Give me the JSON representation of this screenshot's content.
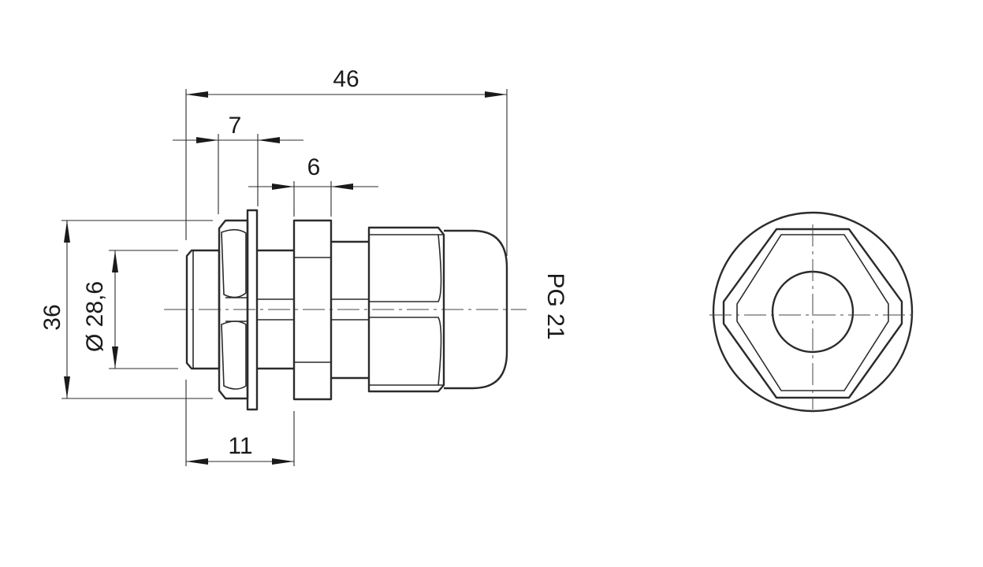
{
  "dimensions": {
    "overall_length": "46",
    "flange_width": "7",
    "nut_width": "6",
    "thread_length": "11",
    "overall_height": "36",
    "thread_diameter": "Ø 28,6",
    "thread_size": "PG 21"
  },
  "colors": {
    "line": "#2b2b2b",
    "text": "#1a1a1a",
    "background": "#ffffff"
  }
}
